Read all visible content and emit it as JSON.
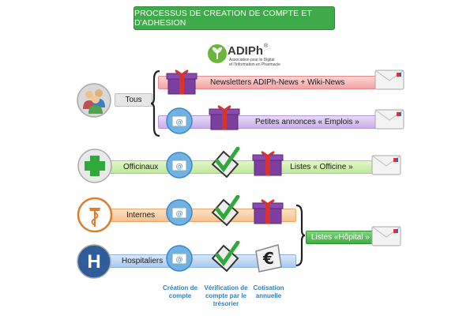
{
  "title": "PROCESSUS DE CREATION DE COMPTE ET D'ADHESION",
  "logo": {
    "name": "ADIPh",
    "registered": "®",
    "subtitle_line1": "Association pour le Digital",
    "subtitle_line2": "et l'Information en Pharmacie"
  },
  "groups": {
    "tous": "Tous",
    "officinaux": "Officinaux",
    "internes": "Internes",
    "hospitaliers": "Hospitaliers"
  },
  "lists": {
    "newsletters": "Newsletters ADIPh-News + Wiki-News",
    "petites_annonces": "Petites annonces « Emplois »",
    "officine": "Listes « Officine »",
    "hopital": "Listes  «Hôpital »"
  },
  "captions": {
    "creation": [
      "Création de",
      "compte"
    ],
    "verification": [
      "Vérification de",
      "compte par le",
      "trésorier"
    ],
    "cotisation": [
      "Cotisation",
      "annuelle"
    ]
  },
  "colors": {
    "title_bg": "#3faa49",
    "newsletter_bar": "#f3a3a3",
    "annonces_bar": "#c9aee9",
    "officine_bar": "#bfe99b",
    "internes_bar": "#f7c08e",
    "hospitaliers_bar": "#a9c8f0",
    "hopital_bar": "#3fae3f",
    "caption_text": "#2f7fc1"
  },
  "icons": [
    "people-icon",
    "pharmacy-cross-icon",
    "caduceus-icon",
    "hospital-h-icon",
    "email-icon",
    "checkmark-icon",
    "gift-icon",
    "euro-icon",
    "envelope-icon"
  ]
}
